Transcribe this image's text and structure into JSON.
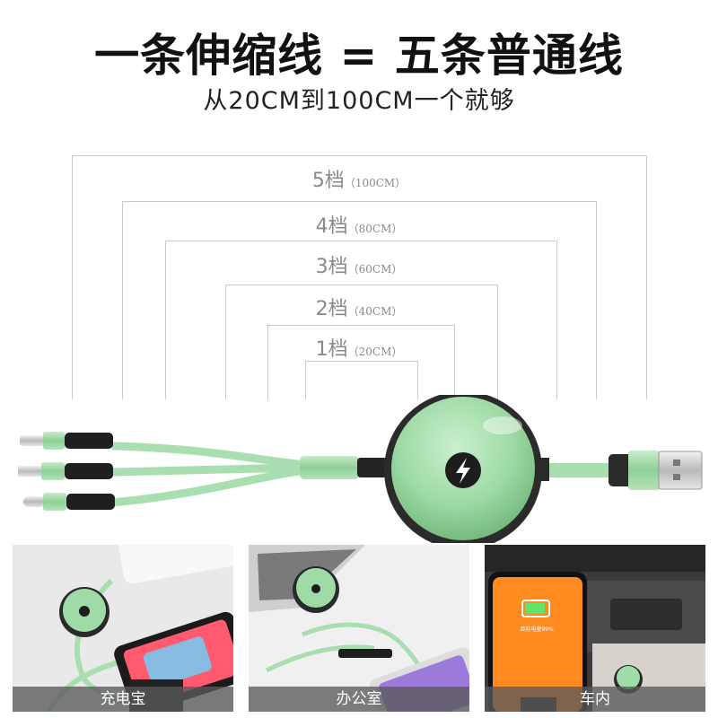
{
  "header": {
    "title": "一条伸缩线 = 五条普通线",
    "subtitle": "从20CM到100CM一个就够"
  },
  "levels": [
    {
      "label": "5档",
      "length": "（100CM）"
    },
    {
      "label": "4档",
      "length": "（80CM）"
    },
    {
      "label": "3档",
      "length": "（60CM）"
    },
    {
      "label": "2档",
      "length": "（40CM）"
    },
    {
      "label": "1档",
      "length": "（20CM）"
    }
  ],
  "scenes": [
    {
      "caption": "充电宝"
    },
    {
      "caption": "办公室"
    },
    {
      "caption": "车内"
    }
  ],
  "phone_screen_text": "目前电量99%",
  "colors": {
    "accent_green": "#9fdba6",
    "dark_trim": "#2a2a2a",
    "frame_line": "#c9c9c9",
    "caption_bar": "#5a5a5a"
  }
}
